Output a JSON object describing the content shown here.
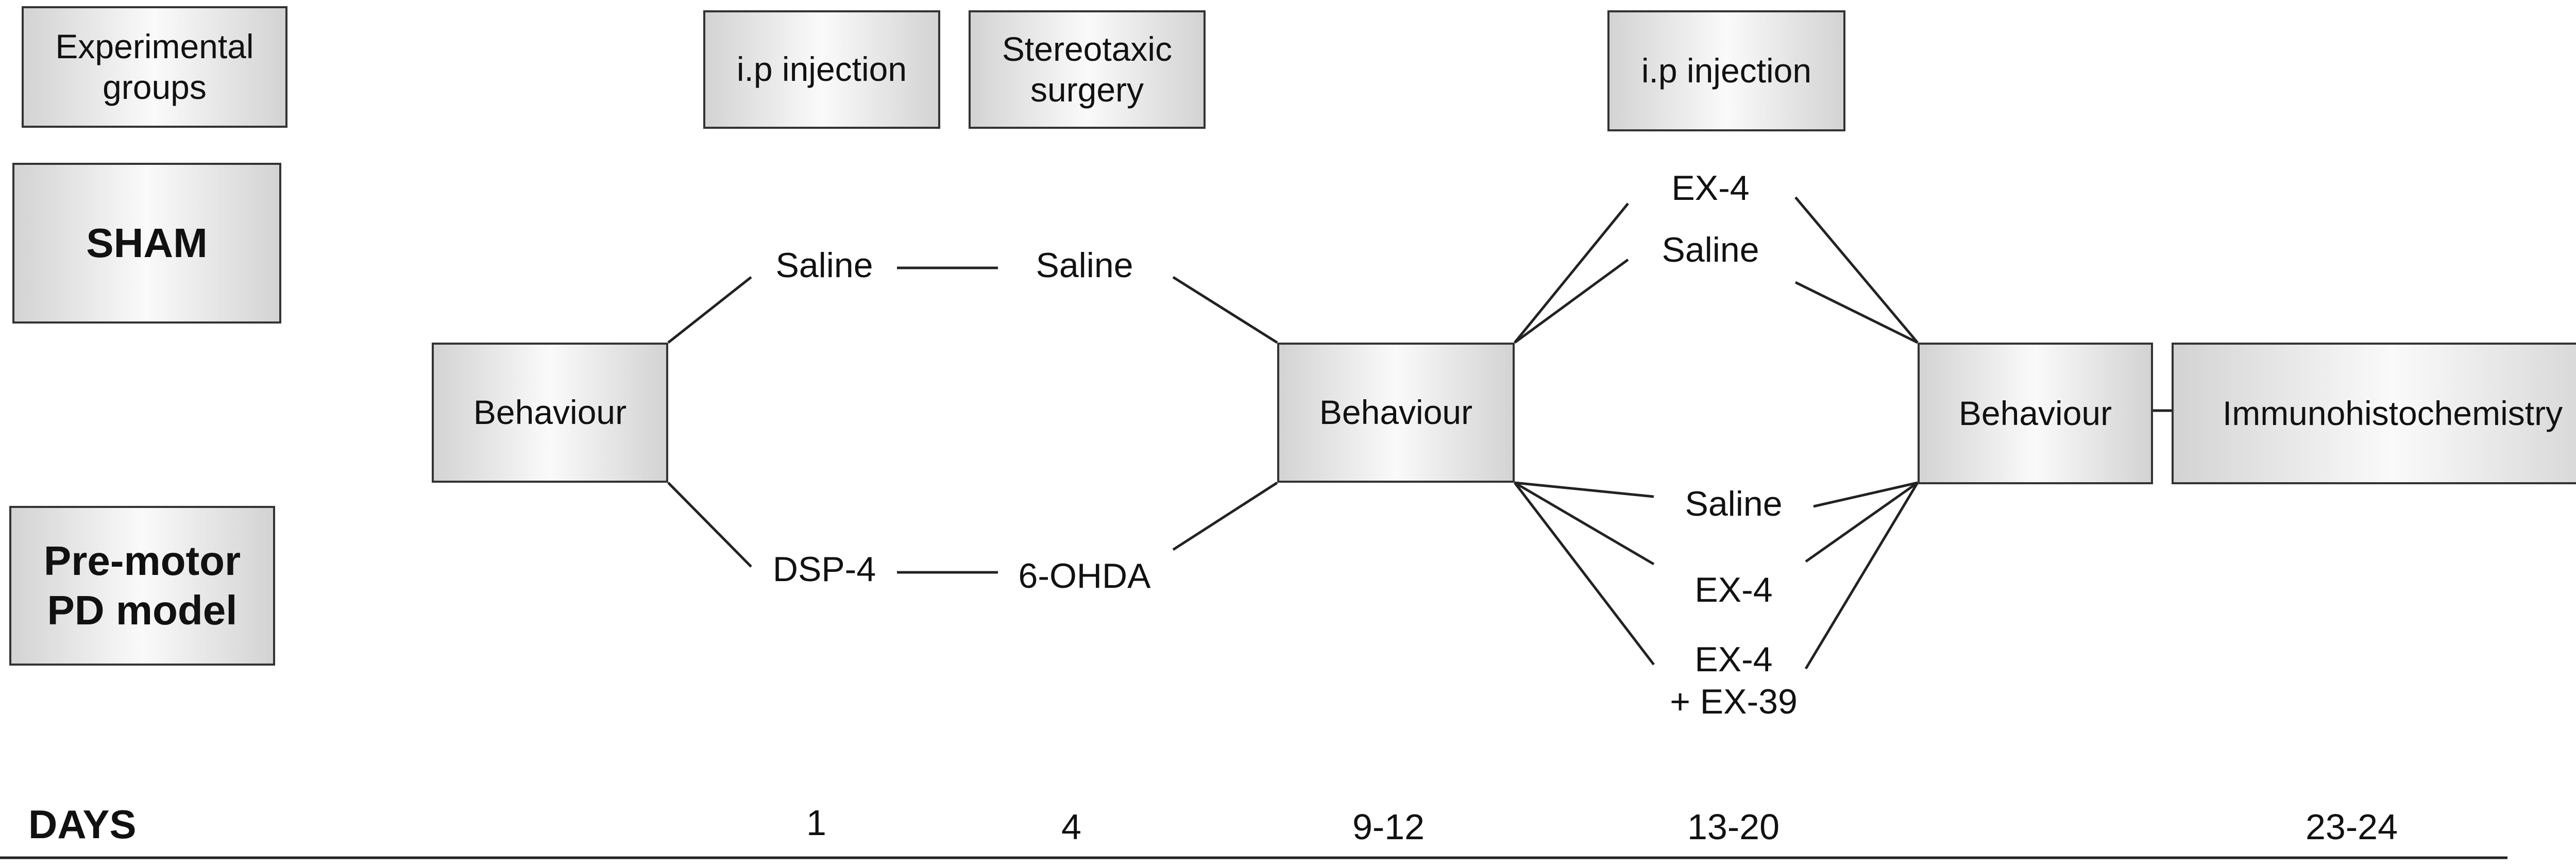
{
  "headers": {
    "groups": "Experimental\ngroups",
    "ip_injection_1": "i.p injection",
    "surgery": "Stereotaxic\nsurgery",
    "ip_injection_2": "i.p injection"
  },
  "groups": {
    "sham": "SHAM",
    "pd_model": "Pre-motor\nPD model"
  },
  "steps": {
    "behaviour_1": "Behaviour",
    "behaviour_2": "Behaviour",
    "behaviour_3": "Behaviour",
    "immuno": "Immunohistochemistry"
  },
  "treatments": {
    "sham_ip": "Saline",
    "sham_surgery": "Saline",
    "pd_ip": "DSP-4",
    "pd_surgery": "6-OHDA",
    "sham_ex4": "EX-4",
    "sham_saline": "Saline",
    "pd_saline": "Saline",
    "pd_ex4": "EX-4",
    "pd_ex4_ex39": "EX-4\n+ EX-39"
  },
  "timeline": {
    "title": "DAYS",
    "days": [
      "1",
      "4",
      "9-12",
      "13-20",
      "23-24"
    ]
  }
}
